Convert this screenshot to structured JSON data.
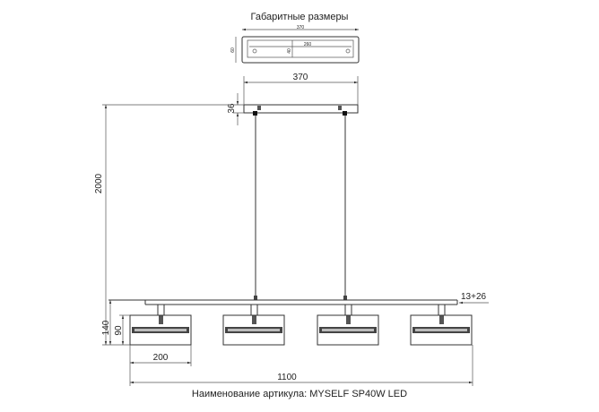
{
  "title": "Габаритные размеры",
  "top_view": {
    "width": "370",
    "inner_width": "260",
    "depth": "60",
    "height": "40"
  },
  "dimensions": {
    "canopy_width": "370",
    "canopy_height": "36",
    "total_height": "2000",
    "bar_offset": "13+26",
    "bar_height": "140",
    "head_height": "90",
    "head_width": "200",
    "total_length": "1100"
  },
  "caption": "Наименование артикула: MYSELF SP40W LED"
}
